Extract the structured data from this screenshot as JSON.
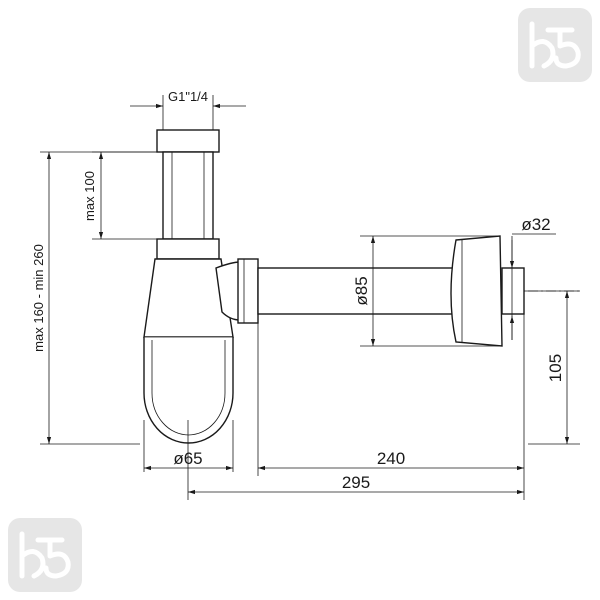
{
  "dimensions": {
    "thread": "G1\"1/4",
    "max_100": "max 100",
    "height_range": "max 160 - min 260",
    "diameter_outlet": "ø32",
    "diameter_rosette": "ø85",
    "diameter_body": "ø65",
    "width_240": "240",
    "width_295": "295",
    "height_105": "105"
  },
  "colors": {
    "line": "#1a1a1a",
    "logo_background": "#e6e6e6",
    "logo_mark": "#ffffff"
  },
  "icons": {
    "brand_logo": "brand-logo-icon"
  }
}
